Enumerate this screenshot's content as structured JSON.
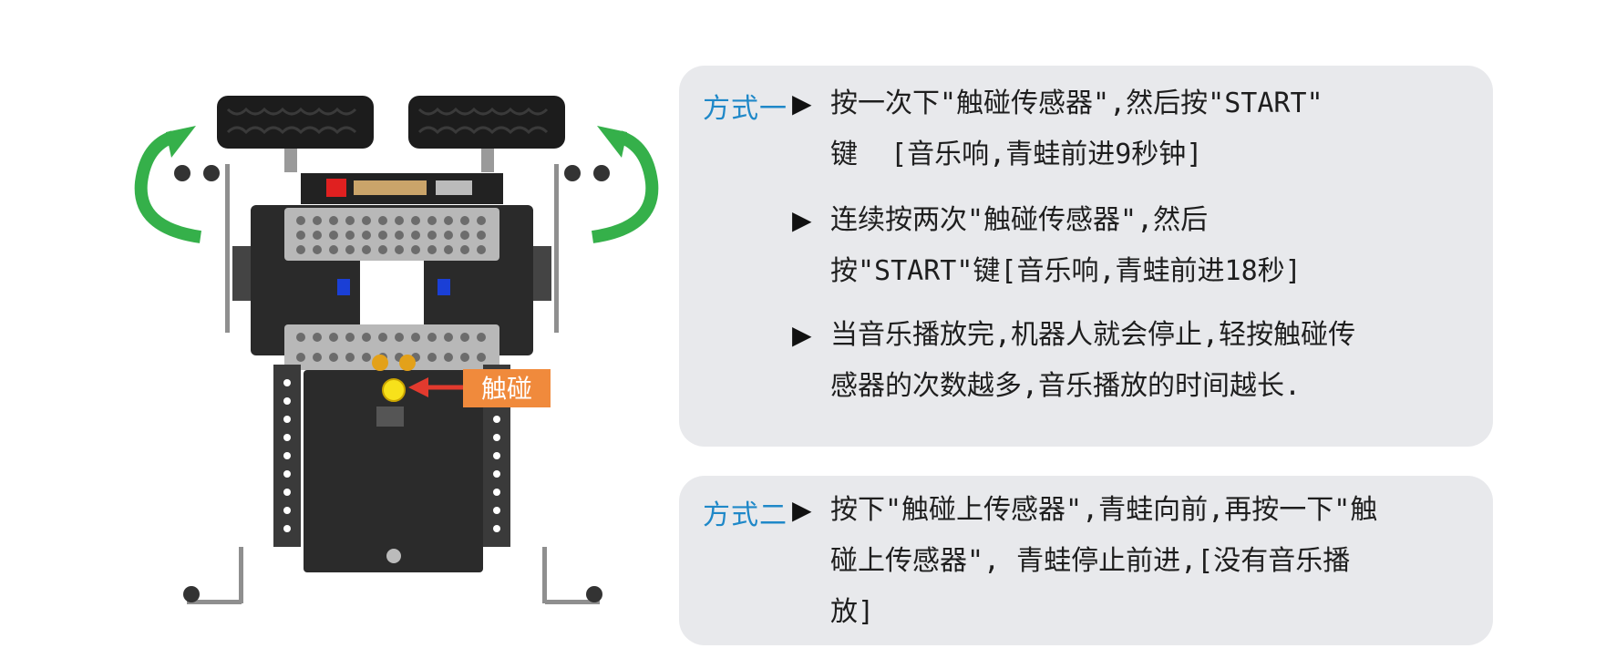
{
  "figure": {
    "callout_label": "触碰",
    "callout_color": "#f08a3c",
    "arrow_color": "#e23a2e",
    "rotate_arrow_color": "#35b04a"
  },
  "methods": [
    {
      "label": "方式一",
      "bullets": [
        "按一次下\"触碰传感器\",然后按\"START\"\n键  [音乐响,青蛙前进9秒钟]",
        "连续按两次\"触碰传感器\",然后\n按\"START\"键[音乐响,青蛙前进18秒]",
        "当音乐播放完,机器人就会停止,轻按触碰传\n感器的次数越多,音乐播放的时间越长."
      ]
    },
    {
      "label": "方式二",
      "bullets": [
        "按下\"触碰上传感器\",青蛙向前,再按一下\"触\n碰上传感器\", 青蛙停止前进,[没有音乐播\n放]"
      ]
    }
  ],
  "colors": {
    "panel_bg": "#e8e9ec",
    "label_blue": "#1f88c8"
  },
  "icons": [
    "rotate-arrow-icon",
    "play-triangle-icon",
    "pointer-arrow-icon"
  ]
}
